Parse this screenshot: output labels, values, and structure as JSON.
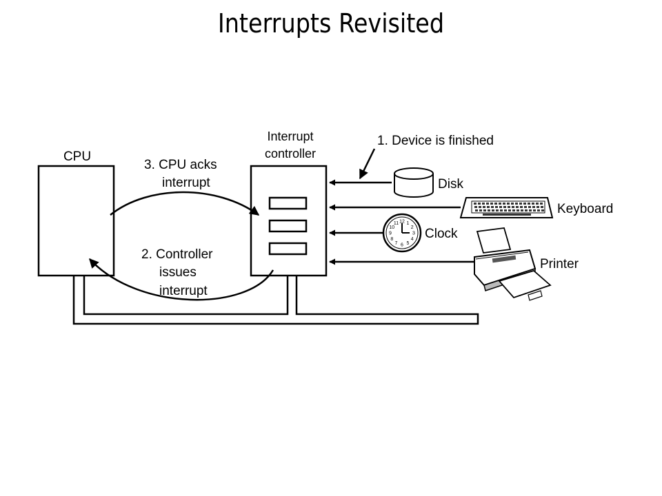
{
  "title": "Interrupts Revisited",
  "labels": {
    "cpu": "CPU",
    "controller_line1": "Interrupt",
    "controller_line2": "controller",
    "step1": "1. Device is finished",
    "step2_line1": "2. Controller",
    "step2_line2": "issues",
    "step2_line3": "interrupt",
    "step3_line1": "3. CPU acks",
    "step3_line2": "interrupt"
  },
  "devices": [
    {
      "name": "Disk",
      "icon": "disk-icon"
    },
    {
      "name": "Keyboard",
      "icon": "keyboard-icon"
    },
    {
      "name": "Clock",
      "icon": "clock-icon"
    },
    {
      "name": "Printer",
      "icon": "printer-icon"
    }
  ],
  "clock_numbers": [
    "12",
    "1",
    "2",
    "3",
    "4",
    "5",
    "6",
    "7",
    "8",
    "9",
    "10",
    "11"
  ]
}
